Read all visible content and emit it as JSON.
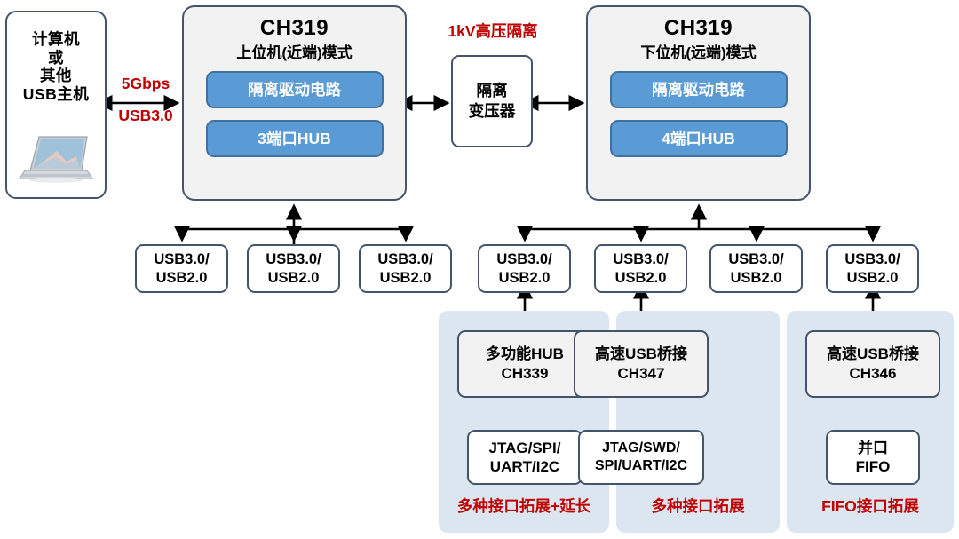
{
  "diagram": {
    "title": "CH319 USB3.0 Isolated Extension Block Diagram",
    "colors": {
      "accent_blue": "#5B9BD5",
      "border": "#44546A",
      "panel_bg": "#DCE6F1",
      "gray_fill": "#F2F2F2",
      "red": "#C00000"
    }
  },
  "host": {
    "name": "host-box",
    "lines": [
      "计算机",
      "或",
      "其他",
      "USB主机"
    ],
    "icon": "laptop-icon"
  },
  "link_host": {
    "speed": "5Gbps",
    "protocol": "USB3.0"
  },
  "isolation": {
    "caption": "1kV高压隔离",
    "transformer": {
      "line1": "隔离",
      "line2": "变压器"
    }
  },
  "modules": [
    {
      "id": "ch319-near",
      "title": "CH319",
      "subtitle": "上位机(近端)模式",
      "blocks": [
        "隔离驱动电路",
        "3端口HUB"
      ],
      "port_count": 3
    },
    {
      "id": "ch319-far",
      "title": "CH319",
      "subtitle": "下位机(远端)模式",
      "blocks": [
        "隔离驱动电路",
        "4端口HUB"
      ],
      "port_count": 4
    }
  ],
  "usb_ports": [
    {
      "line1": "USB3.0/",
      "line2": "USB2.0"
    },
    {
      "line1": "USB3.0/",
      "line2": "USB2.0"
    },
    {
      "line1": "USB3.0/",
      "line2": "USB2.0"
    },
    {
      "line1": "USB3.0/",
      "line2": "USB2.0"
    },
    {
      "line1": "USB3.0/",
      "line2": "USB2.0"
    },
    {
      "line1": "USB3.0/",
      "line2": "USB2.0"
    },
    {
      "line1": "USB3.0/",
      "line2": "USB2.0"
    }
  ],
  "panels": [
    {
      "id": "panel-1",
      "chip": {
        "line1": "多功能HUB",
        "line2": "CH339"
      },
      "interface": {
        "line1": "JTAG/SPI/",
        "line2": "UART/I2C"
      },
      "caption": "多种接口拓展+延长"
    },
    {
      "id": "panel-2",
      "chip": {
        "line1": "高速USB桥接",
        "line2": "CH347"
      },
      "interface": {
        "line1": "JTAG/SWD/",
        "line2": "SPI/UART/I2C"
      },
      "caption": "多种接口拓展"
    },
    {
      "id": "panel-3",
      "chip": {
        "line1": "高速USB桥接",
        "line2": "CH346"
      },
      "interface": {
        "line1": "并口",
        "line2": "FIFO"
      },
      "caption": "FIFO接口拓展"
    }
  ]
}
